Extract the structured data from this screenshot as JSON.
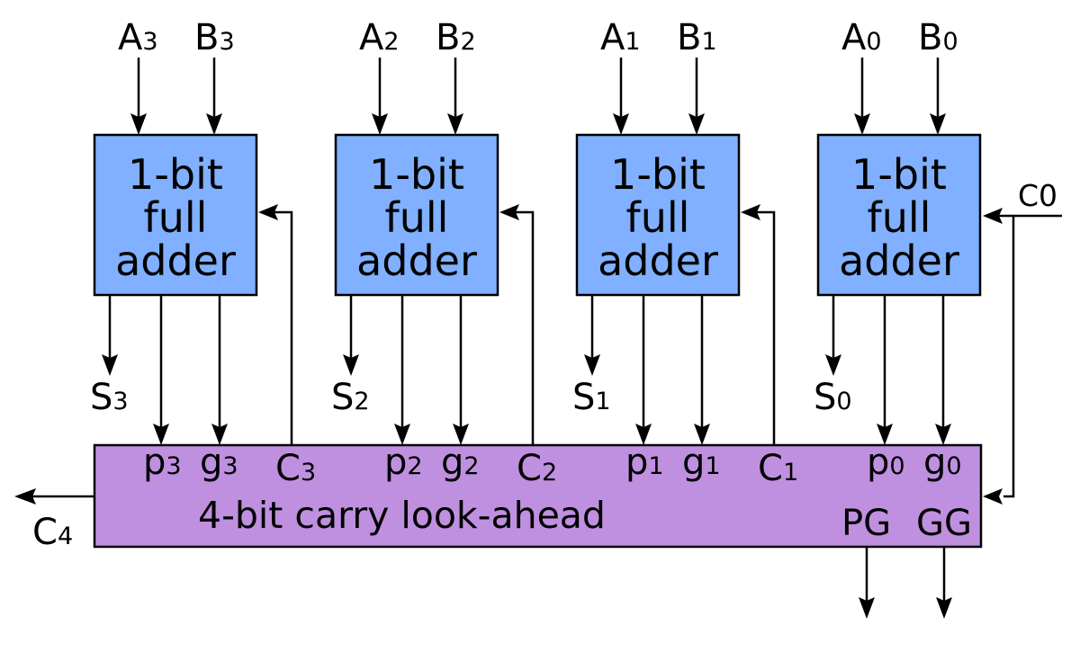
{
  "adders": [
    {
      "bit": "3",
      "a": {
        "base": "A",
        "sub": "3"
      },
      "b": {
        "base": "B",
        "sub": "3"
      },
      "s": {
        "base": "S",
        "sub": "3"
      },
      "lines": [
        "1-bit",
        "full",
        "adder"
      ],
      "p": {
        "base": "p",
        "sub": "3"
      },
      "g": {
        "base": "g",
        "sub": "3"
      },
      "c": {
        "base": "C",
        "sub": "3"
      }
    },
    {
      "bit": "2",
      "a": {
        "base": "A",
        "sub": "2"
      },
      "b": {
        "base": "B",
        "sub": "2"
      },
      "s": {
        "base": "S",
        "sub": "2"
      },
      "lines": [
        "1-bit",
        "full",
        "adder"
      ],
      "p": {
        "base": "p",
        "sub": "2"
      },
      "g": {
        "base": "g",
        "sub": "2"
      },
      "c": {
        "base": "C",
        "sub": "2"
      }
    },
    {
      "bit": "1",
      "a": {
        "base": "A",
        "sub": "1"
      },
      "b": {
        "base": "B",
        "sub": "1"
      },
      "s": {
        "base": "S",
        "sub": "1"
      },
      "lines": [
        "1-bit",
        "full",
        "adder"
      ],
      "p": {
        "base": "p",
        "sub": "1"
      },
      "g": {
        "base": "g",
        "sub": "1"
      },
      "c": {
        "base": "C",
        "sub": "1"
      }
    },
    {
      "bit": "0",
      "a": {
        "base": "A",
        "sub": "0"
      },
      "b": {
        "base": "B",
        "sub": "0"
      },
      "s": {
        "base": "S",
        "sub": "0"
      },
      "lines": [
        "1-bit",
        "full",
        "adder"
      ],
      "p": {
        "base": "p",
        "sub": "0"
      },
      "g": {
        "base": "g",
        "sub": "0"
      },
      "c": null
    }
  ],
  "carry_in": "C0",
  "carry_out": {
    "base": "C",
    "sub": "4"
  },
  "cla_label": "4-bit carry look-ahead",
  "cla_outputs": [
    "PG",
    "GG"
  ],
  "colors": {
    "adder_fill": "#80b0ff",
    "cla_fill": "#c090e0",
    "line": "#000000"
  }
}
